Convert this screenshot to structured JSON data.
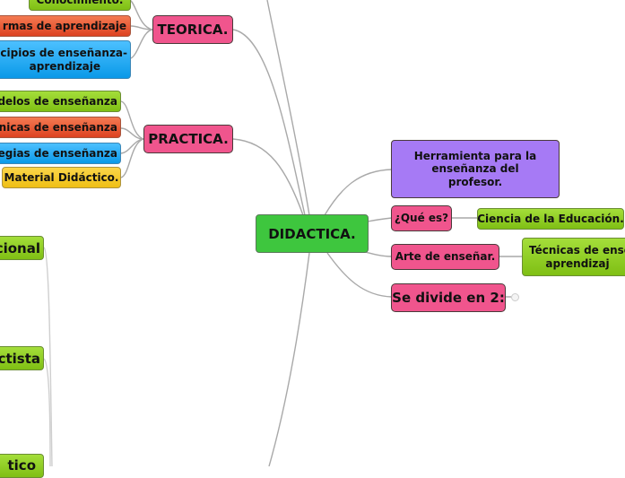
{
  "central": {
    "label": "DIDACTICA."
  },
  "right_branches": [
    {
      "label": "Herramienta para la enseñanza del profesor.",
      "lines": [
        "Herramienta para la",
        "enseñanza del",
        "profesor."
      ]
    },
    {
      "label": "¿Qué es?",
      "child": "Ciencia de la Educación."
    },
    {
      "label": "Arte de enseñar.",
      "child_lines": [
        "Técnicas de ense",
        "aprendizaj"
      ]
    },
    {
      "label": "Se divide en 2:"
    }
  ],
  "teorica": {
    "label": "TEORICA.",
    "children": [
      "Conocimiento.",
      "rmas de aprendizaje",
      "cipios de enseñanza-",
      "aprendizaje"
    ]
  },
  "practica": {
    "label": "PRACTICA.",
    "children": [
      "delos de enseñanza",
      "nicas de enseñanza",
      "tegias de enseñanza",
      "Material Didáctico."
    ]
  },
  "left_bottom": [
    "cional",
    "ctista",
    "tico"
  ],
  "colors": {
    "pink": "#f0558d",
    "green": "#3ec63e",
    "leaf_green": "#8fcf24",
    "orange": "#e8522e",
    "blue": "#1aa8f5",
    "yellow": "#f3c82a",
    "purple": "#a67af5",
    "line": "#a8a8a8"
  }
}
